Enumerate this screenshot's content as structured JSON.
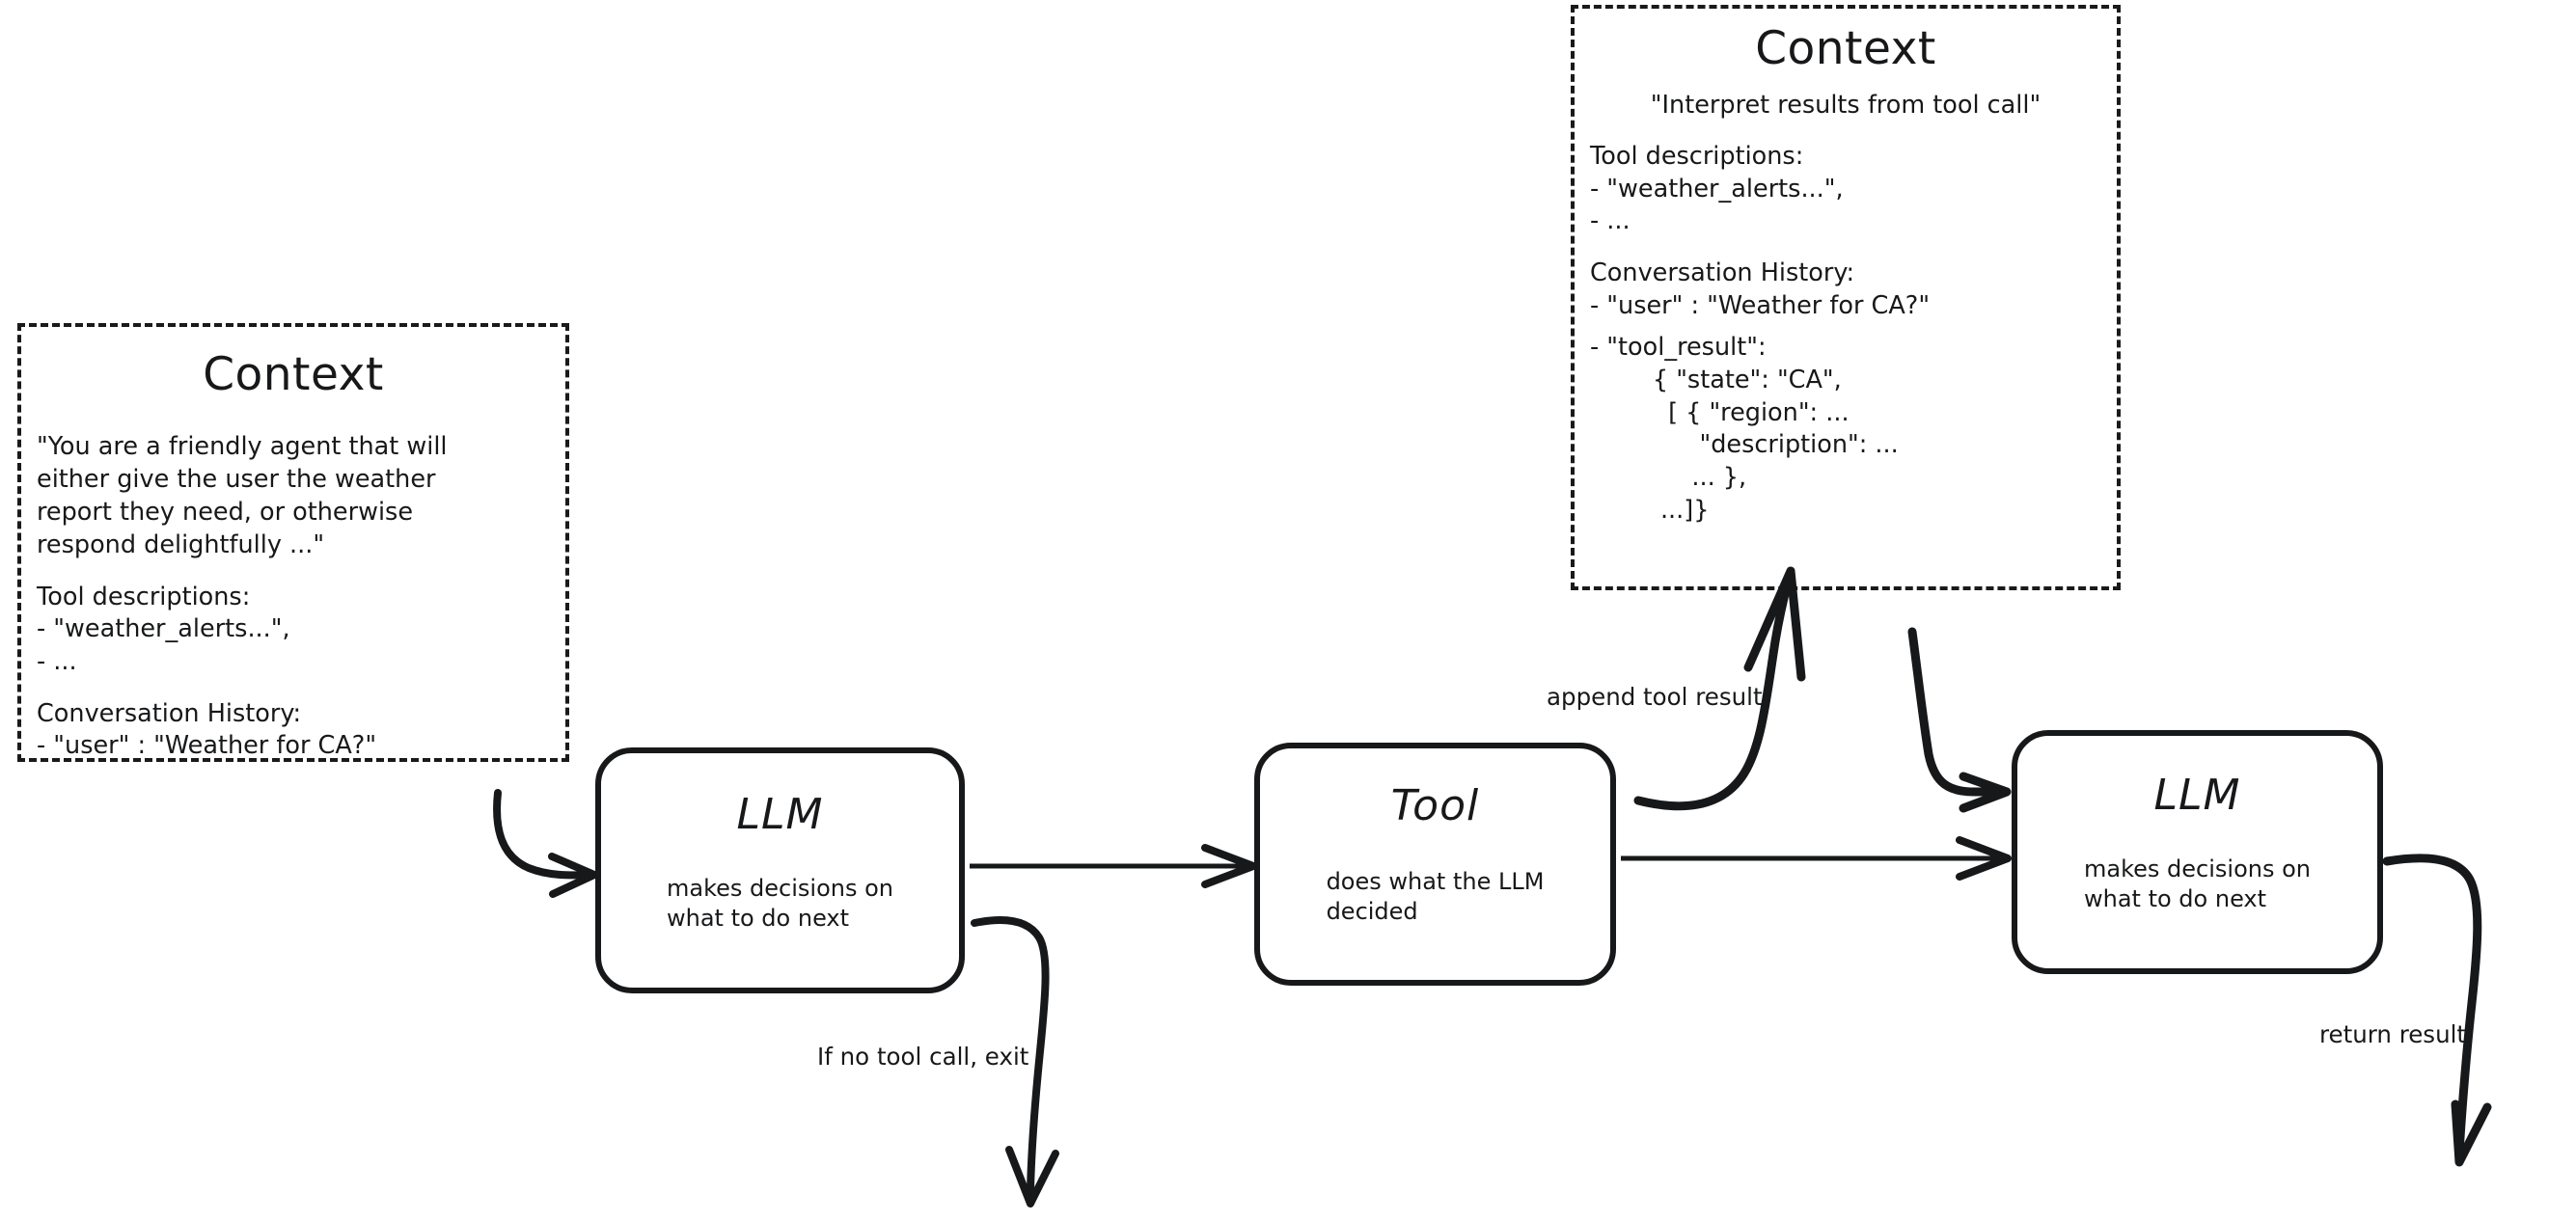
{
  "diagram": {
    "title": "Agent loop with LLM, Tool and Context",
    "ink_color": "#17181a",
    "background_color": "#ffffff"
  },
  "context_left": {
    "title": "Context",
    "system_prompt": "\"You are a friendly agent that will\neither give the user the weather\nreport they need, or otherwise\nrespond delightfully ...\"",
    "tool_descriptions_header": "Tool descriptions:",
    "tool_descriptions_items": "- \"weather_alerts...\",\n- ...",
    "conversation_header": "Conversation History:",
    "conversation_items": "- \"user\" : \"Weather for CA?\""
  },
  "context_right": {
    "title": "Context",
    "system_prompt": "\"Interpret results from tool call\"",
    "tool_descriptions_header": "Tool descriptions:",
    "tool_descriptions_items": "- \"weather_alerts...\",\n- ...",
    "conversation_header": "Conversation History:",
    "conversation_user": "- \"user\" : \"Weather for CA?\"",
    "conversation_tool_result": "- \"tool_result\":\n        { \"state\": \"CA\",\n          [ { \"region\": ...\n              \"description\": ...\n             ... },\n         ...]}"
  },
  "nodes": {
    "llm_first": {
      "title": "LLM",
      "subtitle": "makes decisions on\nwhat to do next"
    },
    "tool": {
      "title": "Tool",
      "subtitle": "does what the LLM\ndecided"
    },
    "llm_second": {
      "title": "LLM",
      "subtitle": "makes decisions on\nwhat to do next"
    }
  },
  "edges": {
    "exit_label": "If no tool call, exit",
    "append_label": "append tool result",
    "return_label": "return result"
  }
}
